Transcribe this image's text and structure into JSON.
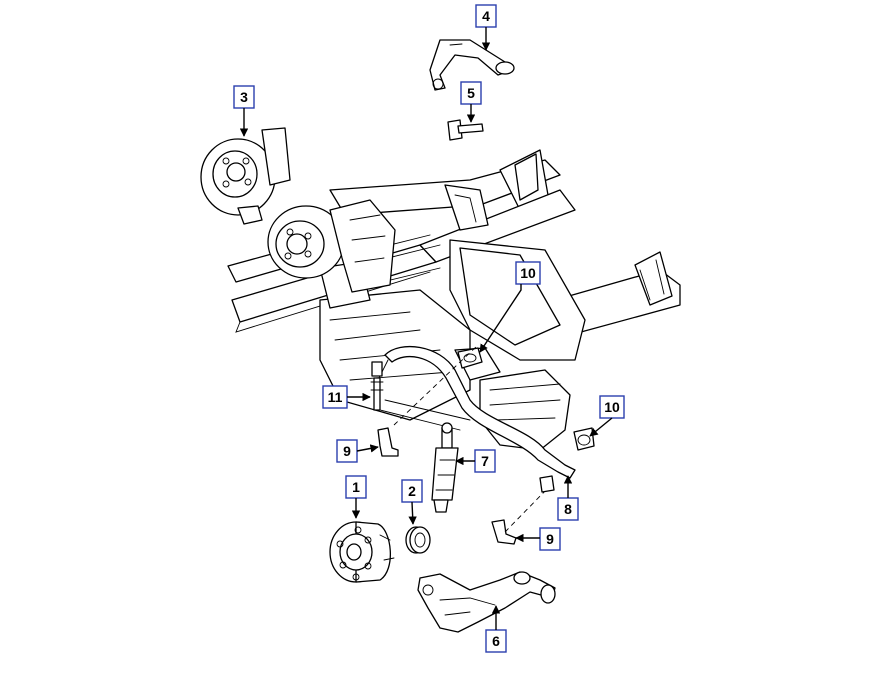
{
  "colors": {
    "callout_border": "#2b3fae",
    "line": "#000000",
    "background": "#ffffff"
  },
  "callouts": {
    "c1": "1",
    "c2": "2",
    "c3": "3",
    "c4": "4",
    "c5": "5",
    "c6": "6",
    "c7": "7",
    "c8": "8",
    "c9a": "9",
    "c9b": "9",
    "c10a": "10",
    "c10b": "10",
    "c11": "11"
  }
}
